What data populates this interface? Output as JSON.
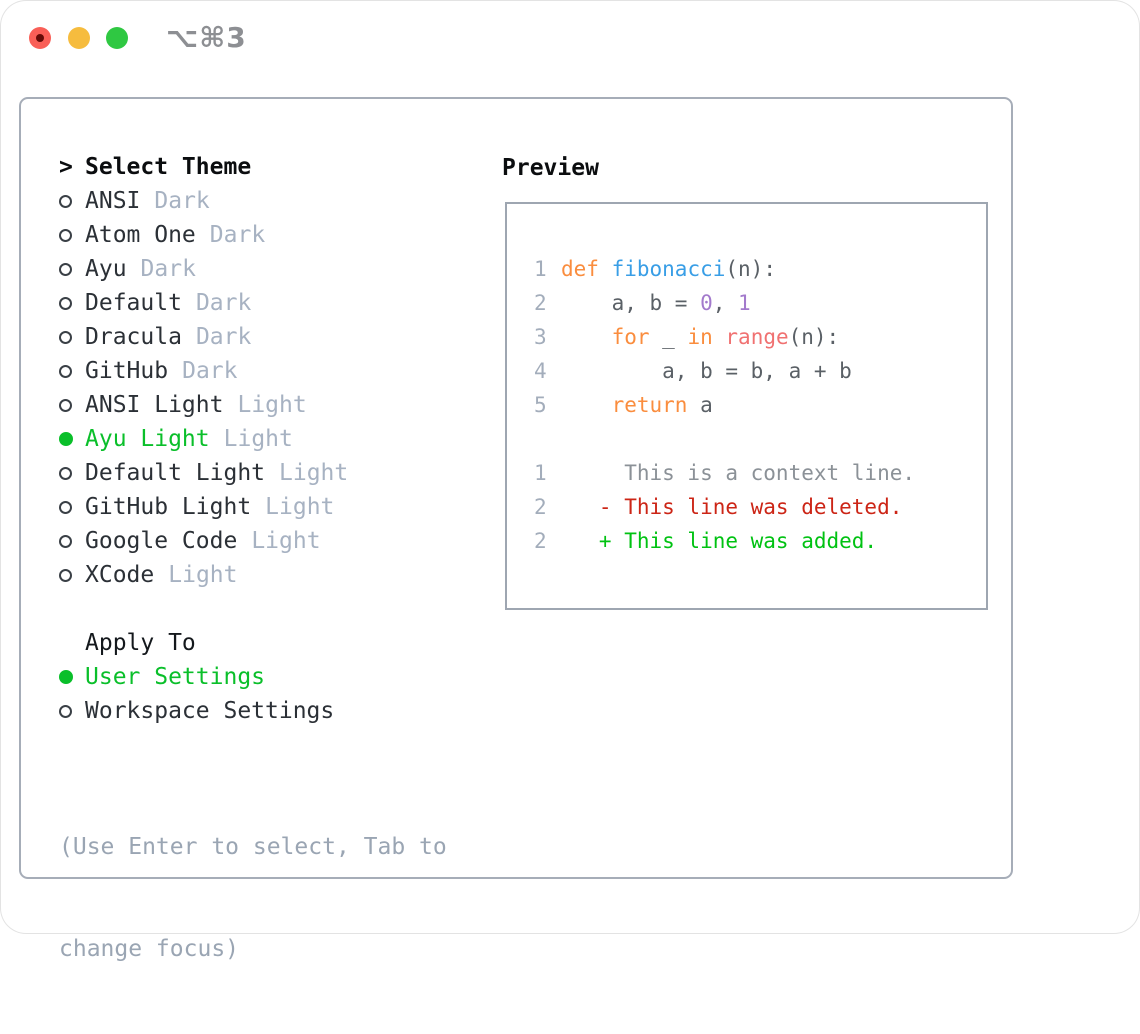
{
  "titlebar": {
    "title": "⌥⌘3",
    "buttons": [
      "close",
      "minimize",
      "zoom"
    ]
  },
  "colors": {
    "accent_green": "#0abf2a",
    "keyword_orange": "#fa8d3e",
    "function_blue": "#399ee6",
    "call_coral": "#f07171",
    "number_purple": "#a37acc",
    "diff_red": "#cc2516",
    "diff_green": "#00c212",
    "muted_gray": "#a7b2c2",
    "traffic_red": "#f95f57",
    "traffic_yellow": "#f6bc3e",
    "traffic_green": "#2fc842"
  },
  "theme_list": {
    "header_prefix": ">",
    "header": "Select Theme",
    "items": [
      {
        "name": "ANSI",
        "variant": "Dark",
        "selected": false
      },
      {
        "name": "Atom One",
        "variant": "Dark",
        "selected": false
      },
      {
        "name": "Ayu",
        "variant": "Dark",
        "selected": false
      },
      {
        "name": "Default",
        "variant": "Dark",
        "selected": false
      },
      {
        "name": "Dracula",
        "variant": "Dark",
        "selected": false
      },
      {
        "name": "GitHub",
        "variant": "Dark",
        "selected": false
      },
      {
        "name": "ANSI Light",
        "variant": "Light",
        "selected": false
      },
      {
        "name": "Ayu Light",
        "variant": "Light",
        "selected": true
      },
      {
        "name": "Default Light",
        "variant": "Light",
        "selected": false
      },
      {
        "name": "GitHub Light",
        "variant": "Light",
        "selected": false
      },
      {
        "name": "Google Code",
        "variant": "Light",
        "selected": false
      },
      {
        "name": "XCode",
        "variant": "Light",
        "selected": false
      }
    ]
  },
  "apply_to": {
    "header": "Apply To",
    "items": [
      {
        "name": "User Settings",
        "selected": true
      },
      {
        "name": "Workspace Settings",
        "selected": false
      }
    ]
  },
  "hint_lines": [
    "(Use Enter to select, Tab to",
    "change focus)"
  ],
  "preview": {
    "label": "Preview",
    "code_lines": [
      {
        "num": "1",
        "tokens": [
          {
            "t": "def",
            "c": "kw"
          },
          {
            "t": " ",
            "c": "plain"
          },
          {
            "t": "fibonacci",
            "c": "fn"
          },
          {
            "t": "(n):",
            "c": "plain"
          }
        ]
      },
      {
        "num": "2",
        "tokens": [
          {
            "t": "    a, b = ",
            "c": "plain"
          },
          {
            "t": "0",
            "c": "num"
          },
          {
            "t": ", ",
            "c": "plain"
          },
          {
            "t": "1",
            "c": "num"
          }
        ]
      },
      {
        "num": "3",
        "tokens": [
          {
            "t": "    ",
            "c": "plain"
          },
          {
            "t": "for",
            "c": "kw"
          },
          {
            "t": " _ ",
            "c": "plain"
          },
          {
            "t": "in",
            "c": "kw"
          },
          {
            "t": " ",
            "c": "plain"
          },
          {
            "t": "range",
            "c": "call"
          },
          {
            "t": "(n):",
            "c": "plain"
          }
        ]
      },
      {
        "num": "4",
        "tokens": [
          {
            "t": "        a, b = b, a + b",
            "c": "plain"
          }
        ]
      },
      {
        "num": "5",
        "tokens": [
          {
            "t": "    ",
            "c": "plain"
          },
          {
            "t": "return",
            "c": "kw"
          },
          {
            "t": " a",
            "c": "plain"
          }
        ]
      }
    ],
    "diff_lines": [
      {
        "num": "1",
        "tokens": [
          {
            "t": "     This is a context line.",
            "c": "ctx"
          }
        ]
      },
      {
        "num": "2",
        "tokens": [
          {
            "t": "   - This line was deleted.",
            "c": "del"
          }
        ]
      },
      {
        "num": "2",
        "tokens": [
          {
            "t": "   + This line was added.",
            "c": "add"
          }
        ]
      }
    ]
  }
}
